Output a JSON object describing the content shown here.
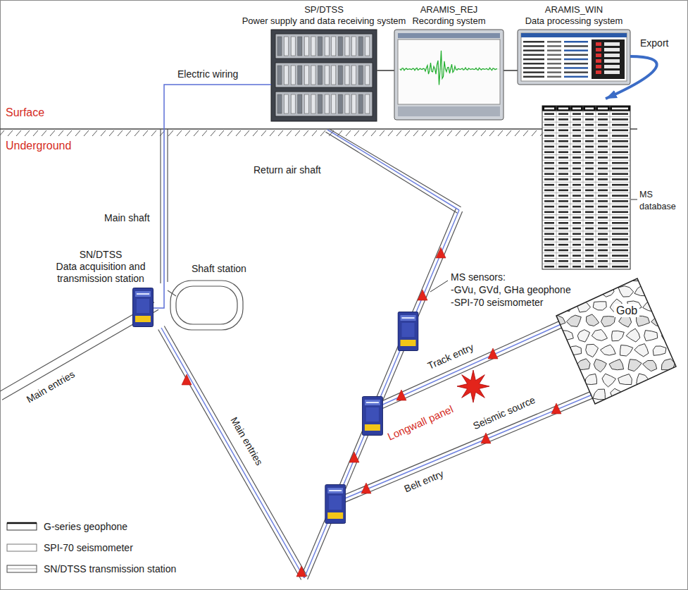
{
  "diagram": {
    "nodes": [
      {
        "text": [
          "SP/DTSS",
          "Power supply and data receiving system"
        ]
      },
      {
        "text": [
          "ARAMIS_REJ",
          "Recording system"
        ]
      },
      {
        "text": [
          "ARAMIS_WIN",
          "Data processing system"
        ]
      },
      {
        "text": [
          "MS database"
        ]
      },
      {
        "text": [
          "SN/DTSS",
          "Data acquisition and transmission station"
        ]
      },
      {
        "text": [
          "Gob"
        ]
      }
    ],
    "edges": [
      {
        "from": 0,
        "to": 1,
        "arrow": "none"
      },
      {
        "from": 1,
        "to": 2,
        "arrow": "none"
      },
      {
        "from": 2,
        "to": 3,
        "arrow": "to",
        "label": "Export"
      },
      {
        "from": 0,
        "to": 4,
        "arrow": "none"
      }
    ],
    "labels": [
      "Surface",
      "Underground",
      "Electric wiring",
      "Return air shaft",
      "Main shaft",
      "Shaft station",
      "Main entries",
      "Main entries",
      "MS sensors:",
      "-GVu, GVd, GHa geophone",
      "-SPI-70 seismometer",
      "Track entry",
      "Longwall panel",
      "Seismic source",
      "Belt entry"
    ],
    "legend": [
      {
        "text": "G-series geophone"
      },
      {
        "text": "SPI-70 seismometer"
      },
      {
        "text": "SN/DTSS transmission station"
      }
    ]
  }
}
